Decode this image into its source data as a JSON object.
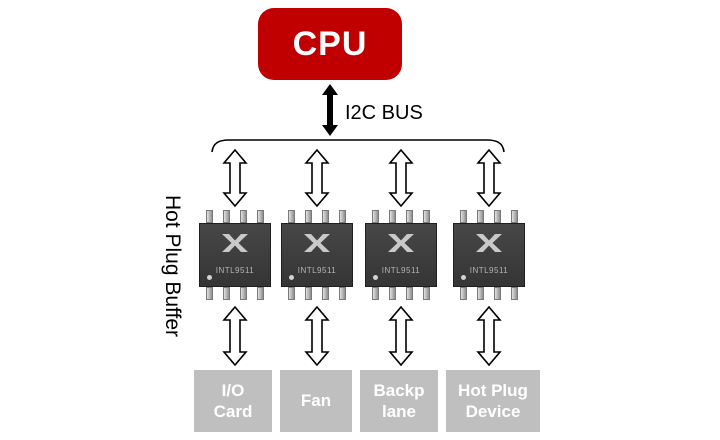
{
  "diagram": {
    "cpu": {
      "label": "CPU",
      "bg": "#c00000"
    },
    "bus": {
      "label": "I2C BUS"
    },
    "side_label": "Hot Plug Buffer",
    "chips": [
      {
        "label": "INTL9511"
      },
      {
        "label": "INTL9511"
      },
      {
        "label": "INTL9511"
      },
      {
        "label": "INTL9511"
      }
    ],
    "devices": [
      {
        "lines": [
          "I/O",
          "Card"
        ],
        "bg": "#bfbfbf"
      },
      {
        "lines": [
          "Fan"
        ],
        "bg": "#bfbfbf"
      },
      {
        "lines": [
          "Backp",
          "lane"
        ],
        "bg": "#bfbfbf"
      },
      {
        "lines": [
          "Hot Plug",
          "Device"
        ],
        "bg": "#bfbfbf"
      }
    ],
    "icons": {
      "cpu_bus_arrow": "double-arrow-vertical-solid",
      "fanout_arrows": "double-arrow-vertical-outline",
      "brace": "bus-fanout-brace",
      "chip_logo": "stylized-x-logo"
    }
  }
}
